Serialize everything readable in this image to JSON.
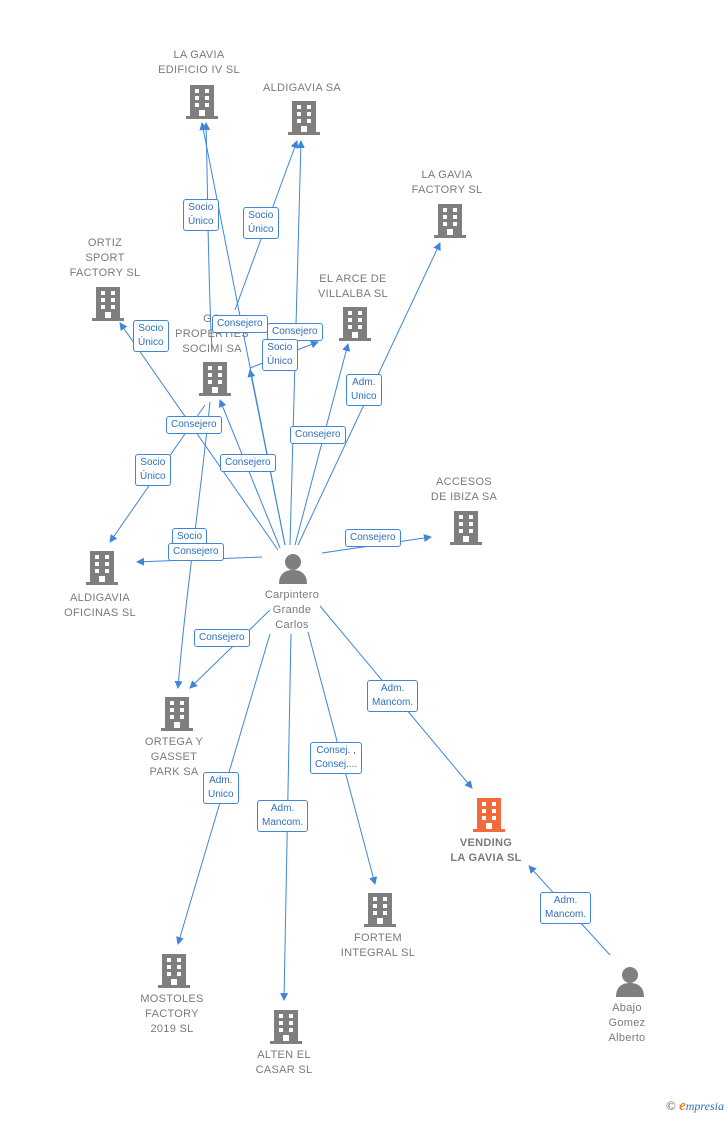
{
  "colors": {
    "edge": "#3f86d8",
    "company": "#7f7f7f",
    "focus": "#f26b3a",
    "person": "#7f7f7f"
  },
  "nodes": {
    "la_gavia_edificio": {
      "label": "LA GAVIA\nEDIFICIO IV  SL",
      "icon": "building-icon"
    },
    "aldigavia": {
      "label": "ALDIGAVIA SA",
      "icon": "building-icon"
    },
    "la_gavia_factory": {
      "label": "LA GAVIA\nFACTORY  SL",
      "icon": "building-icon"
    },
    "ortiz_sport": {
      "label": "ORTIZ\nSPORT\nFACTORY SL",
      "icon": "building-icon"
    },
    "el_arce": {
      "label": "EL ARCE DE\nVILLALBA SL",
      "icon": "building-icon"
    },
    "go_properties": {
      "label": "GO\nPROPERTIES\nSOCIMI SA",
      "icon": "building-icon"
    },
    "accesos_ibiza": {
      "label": "ACCESOS\nDE IBIZA SA",
      "icon": "building-icon"
    },
    "aldigavia_oficinas": {
      "label": "ALDIGAVIA\nOFICINAS  SL",
      "icon": "building-icon"
    },
    "carpintero": {
      "label": "Carpintero\nGrande\nCarlos",
      "icon": "person-icon"
    },
    "ortega_gasset": {
      "label": "ORTEGA Y\nGASSET\nPARK SA",
      "icon": "building-icon"
    },
    "vending": {
      "label": "VENDING\nLA GAVIA  SL",
      "icon": "building-icon"
    },
    "fortem": {
      "label": "FORTEM\nINTEGRAL SL",
      "icon": "building-icon"
    },
    "mostoles": {
      "label": "MOSTOLES\nFACTORY\n2019  SL",
      "icon": "building-icon"
    },
    "alten": {
      "label": "ALTEN EL\nCASAR SL",
      "icon": "building-icon"
    },
    "abajo": {
      "label": "Abajo\nGomez\nAlberto",
      "icon": "person-icon"
    }
  },
  "edge_labels": {
    "socio_unico_1": "Socio\nÚnico",
    "socio_unico_2": "Socio\nÚnico",
    "socio_unico_3": "Socio\nÚnico",
    "socio_unico_4": "Socio\nÚnico",
    "socio_unico_5": "Socio\nÚnico",
    "socio_unico_6": "Socio",
    "consejero_1": "Consejero",
    "consejero_2": "Consejero",
    "consejero_3": "Consejero",
    "consejero_4": "Consejero",
    "consejero_5": "Consejero",
    "consejero_6": "Consejero",
    "consejero_7": "Consejero",
    "consejero_8": "Consejero",
    "adm_unico_1": "Adm.\nUnico",
    "adm_unico_2": "Adm.\nUnico",
    "adm_mancom_1": "Adm.\nMancom.",
    "adm_mancom_2": "Adm.\nMancom.",
    "adm_mancom_3": "Adm.\nMancom.",
    "consej_consej": "Consej. ,\nConsej...."
  },
  "footer": {
    "copyright": "©",
    "brand_initial": "e",
    "brand_rest": "mpresia"
  }
}
